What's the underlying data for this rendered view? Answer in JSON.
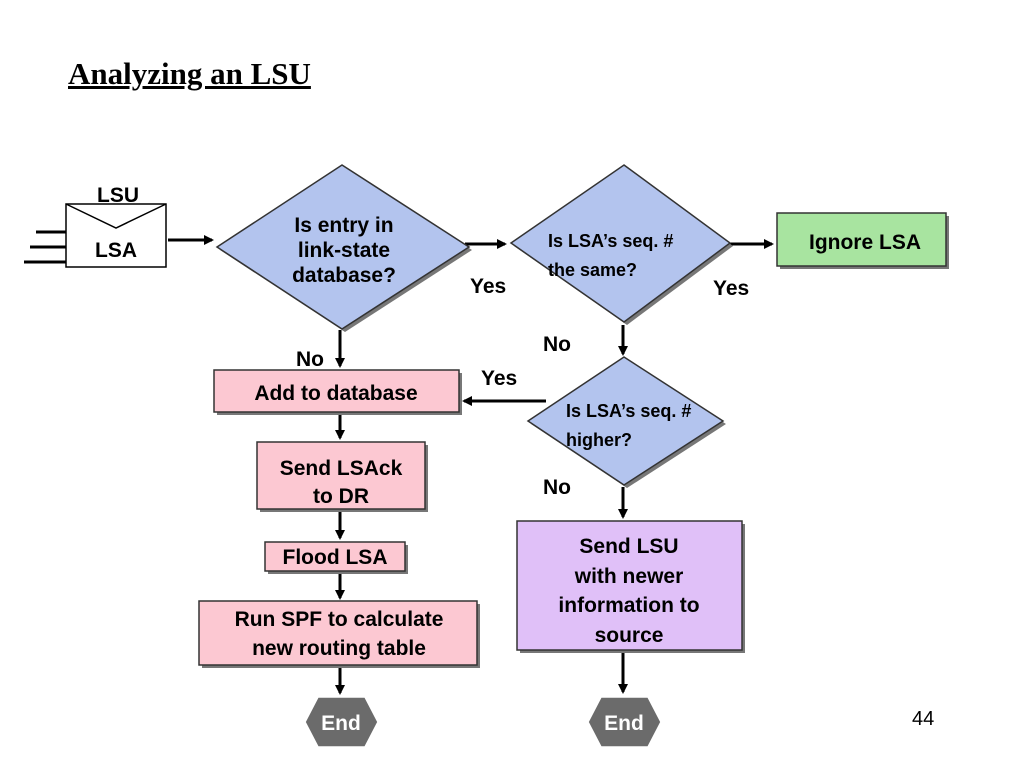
{
  "slide": {
    "title": "Analyzing an LSU",
    "page_number": "44"
  },
  "flowchart": {
    "envelope": {
      "outer_label": "LSU",
      "inner_label": "LSA"
    },
    "decisions": {
      "entry_in_db": [
        "Is entry in",
        "link-state",
        "database?"
      ],
      "seq_same": [
        "Is LSA’s seq. #",
        "the same?"
      ],
      "seq_higher": [
        "Is LSA’s seq. #",
        "higher?"
      ]
    },
    "boxes": {
      "ignore_lsa": [
        "Ignore LSA"
      ],
      "add_to_database": [
        "Add to database"
      ],
      "send_lsack": [
        "Send LSAck",
        "to DR"
      ],
      "flood_lsa": [
        "Flood LSA"
      ],
      "run_spf": [
        "Run SPF to calculate",
        "new routing table"
      ],
      "send_lsu": [
        "Send LSU",
        "with newer",
        "information to",
        "source"
      ]
    },
    "terminals": {
      "end_left": "End",
      "end_right": "End"
    },
    "edge_labels": {
      "yes_entry": "Yes",
      "no_entry": "No",
      "yes_same": "Yes",
      "no_same": "No",
      "yes_higher": "Yes",
      "no_higher": "No"
    },
    "colors": {
      "decision_fill": "#b3c4ee",
      "pink_fill": "#fcc8d2",
      "green_fill": "#a8e4a0",
      "purple_fill": "#e0c0f8",
      "end_fill": "#6b6b6b"
    }
  }
}
